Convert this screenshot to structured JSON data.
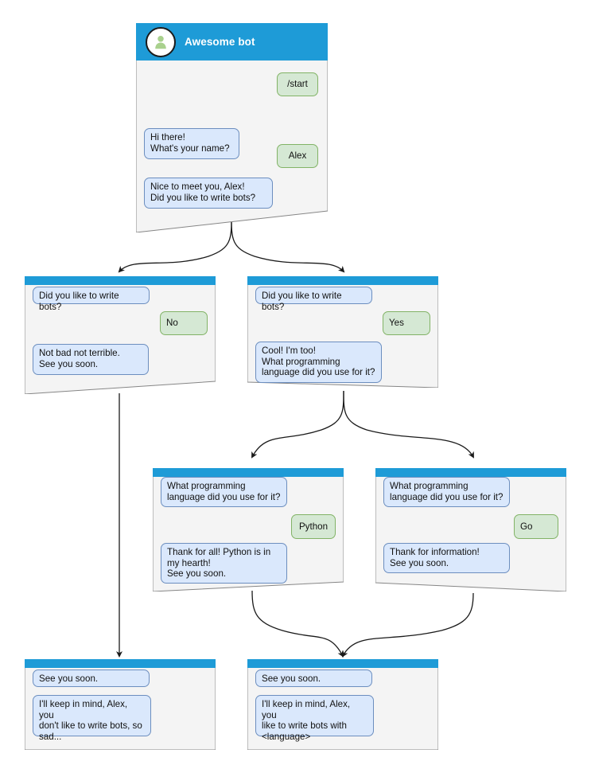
{
  "diagram": {
    "type": "bot-conversation-flowchart",
    "colors": {
      "header_blue": "#1E9BD7",
      "card_body": "#F4F4F4",
      "card_border": "#868686",
      "bot_bubble_fill": "#DAE8FC",
      "bot_bubble_border": "#6C8EBF",
      "user_bubble_fill": "#D5E8D4",
      "user_bubble_border": "#82B366",
      "avatar_person": "#A9D18E",
      "edge": "#1A1A1A"
    },
    "cards": [
      {
        "id": "start",
        "title": "Awesome bot",
        "has_avatar": true,
        "avatar_icon": "person-avatar-icon",
        "messages": [
          {
            "from": "user",
            "text": "/start"
          },
          {
            "from": "bot",
            "text": "Hi there!\nWhat's your name?"
          },
          {
            "from": "user",
            "text": "Alex"
          },
          {
            "from": "bot",
            "text": "Nice to meet you, Alex!\nDid you like to write bots?"
          }
        ]
      },
      {
        "id": "answer-no",
        "title": "",
        "has_avatar": false,
        "messages": [
          {
            "from": "bot",
            "text": "Did you like to write bots?"
          },
          {
            "from": "user",
            "text": "No"
          },
          {
            "from": "bot",
            "text": "Not bad not terrible.\nSee you soon."
          }
        ]
      },
      {
        "id": "answer-yes",
        "title": "",
        "has_avatar": false,
        "messages": [
          {
            "from": "bot",
            "text": "Did you like to write bots?"
          },
          {
            "from": "user",
            "text": "Yes"
          },
          {
            "from": "bot",
            "text": "Cool! I'm too!\nWhat programming\nlanguage did you use for it?"
          }
        ]
      },
      {
        "id": "lang-python",
        "title": "",
        "has_avatar": false,
        "messages": [
          {
            "from": "bot",
            "text": "What programming\nlanguage did you use for it?"
          },
          {
            "from": "user",
            "text": "Python"
          },
          {
            "from": "bot",
            "text": "Thank for all! Python is in\nmy hearth!\nSee you soon."
          }
        ]
      },
      {
        "id": "lang-go",
        "title": "",
        "has_avatar": false,
        "messages": [
          {
            "from": "bot",
            "text": "What programming\nlanguage did you use for it?"
          },
          {
            "from": "user",
            "text": "Go"
          },
          {
            "from": "bot",
            "text": "Thank for information!\nSee you soon."
          }
        ]
      },
      {
        "id": "end-no",
        "title": "",
        "has_avatar": false,
        "messages": [
          {
            "from": "bot",
            "text": "See you soon."
          },
          {
            "from": "bot",
            "text": "I'll keep in mind, Alex, you\ndon't like to write bots, so\nsad..."
          }
        ]
      },
      {
        "id": "end-yes",
        "title": "",
        "has_avatar": false,
        "messages": [
          {
            "from": "bot",
            "text": "See you soon."
          },
          {
            "from": "bot",
            "text": "I'll keep in mind, Alex, you\nlike to write bots with\n<language>"
          }
        ]
      }
    ]
  }
}
